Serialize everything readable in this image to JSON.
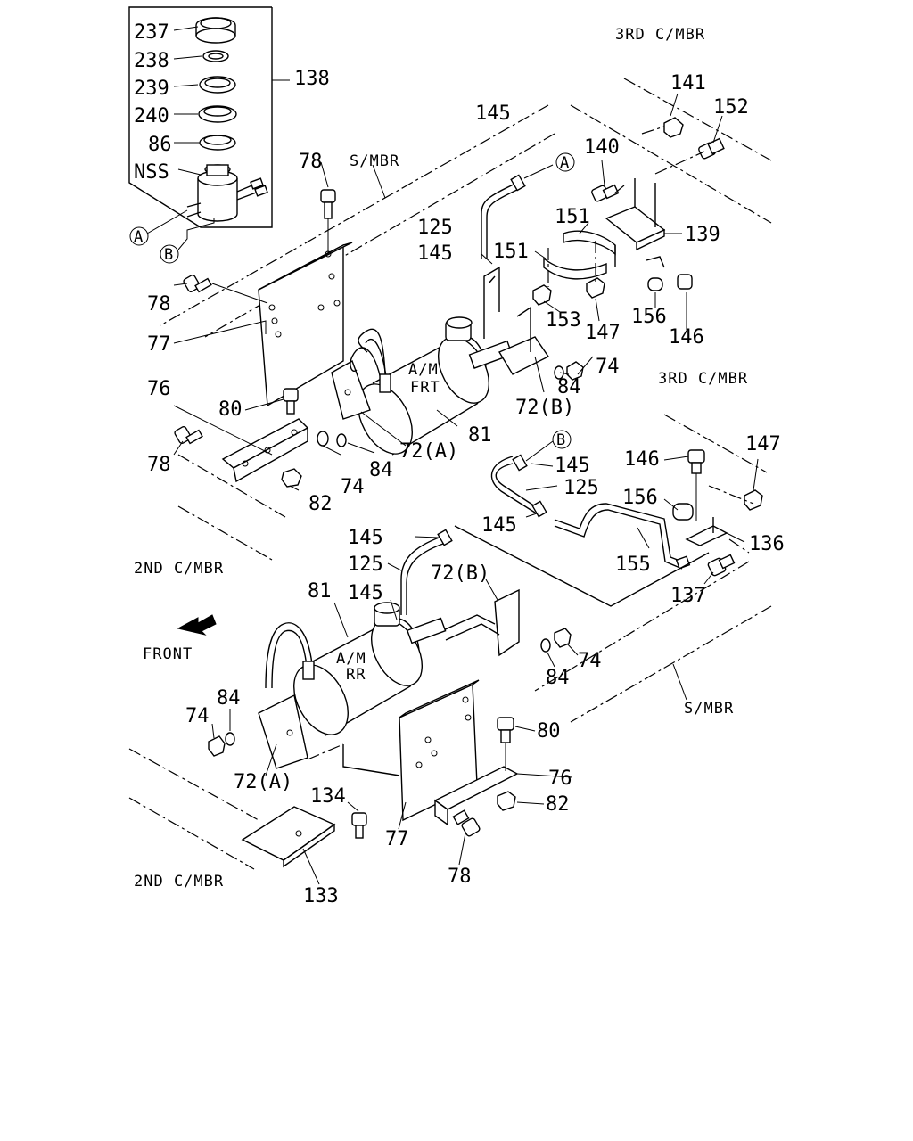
{
  "labels": {
    "p237": "237",
    "p238": "238",
    "p239": "239",
    "p240": "240",
    "p86": "86",
    "pNSS": "NSS",
    "p138": "138",
    "cA": "A",
    "cB": "B",
    "third_mbr_top": "3RD C/MBR",
    "smbr_top": "S/MBR",
    "p141": "141",
    "p152": "152",
    "p145a": "145",
    "p140": "140",
    "p78a": "78",
    "p125a": "125",
    "p151a": "151",
    "p139": "139",
    "p145b": "145",
    "p151b": "151",
    "p78b": "78",
    "p153": "153",
    "p147a": "147",
    "p156a": "156",
    "p146a": "146",
    "p77a": "77",
    "amfrt_1": "A/M",
    "amfrt_2": "FRT",
    "p74a": "74",
    "p84a": "84",
    "p76a": "76",
    "p72b_top": "72(B)",
    "p80a": "80",
    "p81a": "81",
    "p72a_top": "72(A)",
    "p78c": "78",
    "p84b": "84",
    "p74b": "74",
    "p82a": "82",
    "third_mbr_mid": "3RD C/MBR",
    "p147b": "147",
    "p146b": "146",
    "p145c": "145",
    "p125b": "125",
    "p156b": "156",
    "p145d": "145",
    "p145e": "145",
    "p136": "136",
    "second_mbr_top": "2ND C/MBR",
    "p125c": "125",
    "p72b_bot": "72(B)",
    "p155": "155",
    "p137": "137",
    "p81b": "81",
    "p145f": "145",
    "front": "FRONT",
    "amrr_1": "A/M",
    "amrr_2": "RR",
    "p74c": "74",
    "p84c": "84",
    "smbr_bot": "S/MBR",
    "p74d": "74",
    "p84d": "84",
    "p80b": "80",
    "p72a_bot": "72(A)",
    "p76b": "76",
    "p134": "134",
    "p82b": "82",
    "p77b": "77",
    "p78d": "78",
    "second_mbr_bot": "2ND C/MBR",
    "p133": "133"
  }
}
